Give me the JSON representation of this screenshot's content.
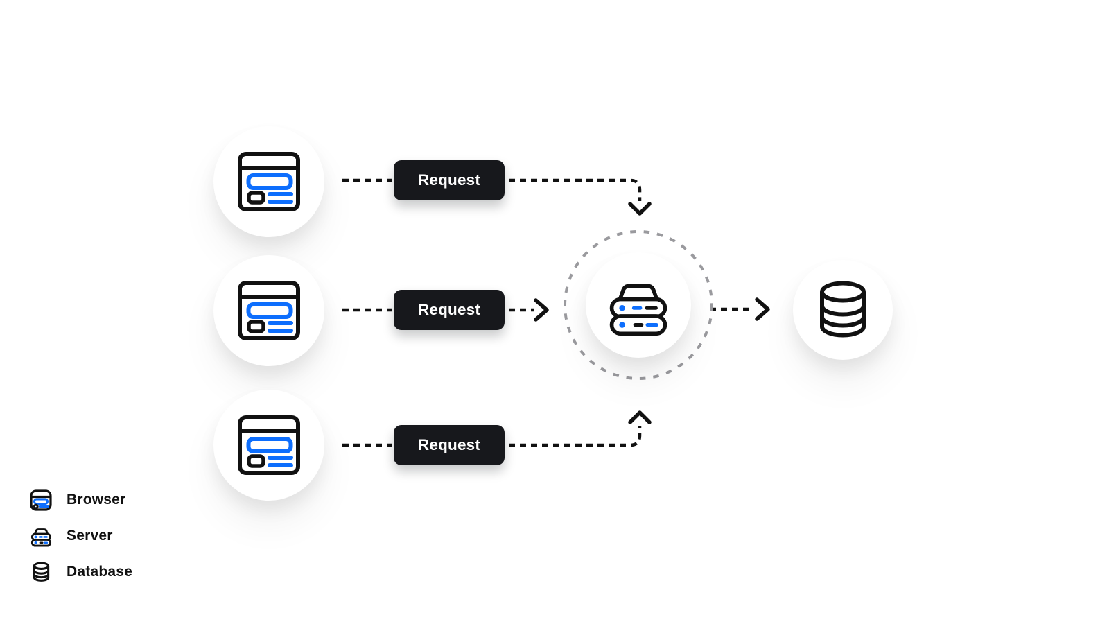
{
  "colors": {
    "bg": "#ffffff",
    "ink": "#111111",
    "accent_blue": "#0d6efd",
    "button_bg": "#17181c",
    "button_text": "#ffffff",
    "ring_gray": "#9a9a9e",
    "legend_text": "#111111"
  },
  "flows": {
    "buttons": [
      {
        "label": "Request"
      },
      {
        "label": "Request"
      },
      {
        "label": "Request"
      }
    ]
  },
  "nodes": {
    "browsers": [
      {
        "icon": "browser-icon"
      },
      {
        "icon": "browser-icon"
      },
      {
        "icon": "browser-icon"
      }
    ],
    "server": {
      "icon": "server-icon"
    },
    "database": {
      "icon": "database-icon"
    }
  },
  "legend": {
    "items": [
      {
        "icon": "browser-icon",
        "label": "Browser"
      },
      {
        "icon": "server-icon",
        "label": "Server"
      },
      {
        "icon": "database-icon",
        "label": "Database"
      }
    ]
  }
}
